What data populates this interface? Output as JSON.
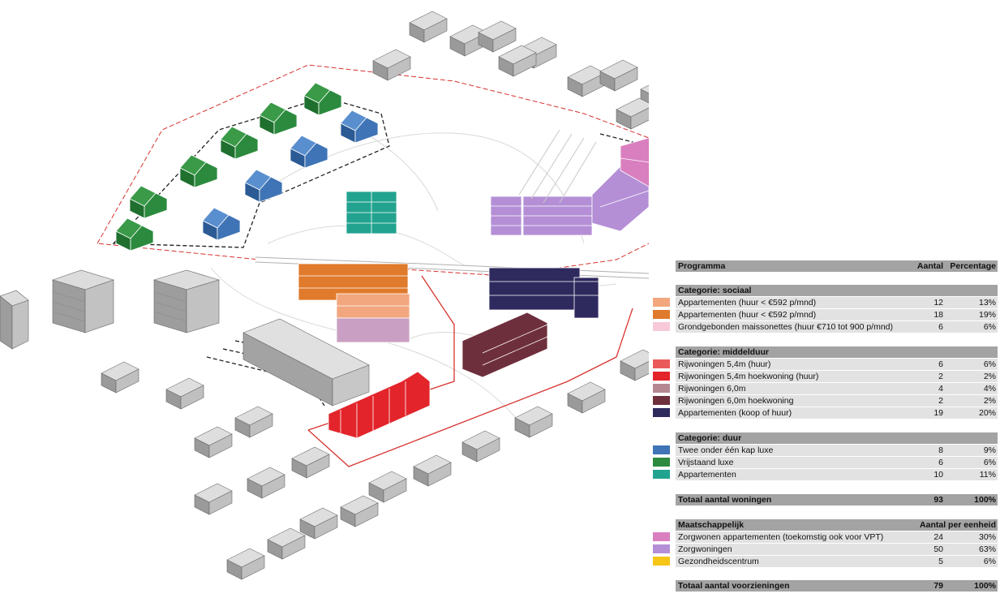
{
  "legend": {
    "header": {
      "label": "Programma",
      "count": "Aantal",
      "pct": "Percentage"
    },
    "sociaal": {
      "title": "Categorie: sociaal",
      "rows": [
        {
          "label": "Appartementen (huur < €592 p/mnd)",
          "count": "12",
          "pct": "13%",
          "color": "#f2a77e"
        },
        {
          "label": "Appartementen (huur < €592 p/mnd)",
          "count": "18",
          "pct": "19%",
          "color": "#e07a2c"
        },
        {
          "label": "Grondgebonden maissonettes (huur €710 tot 900 p/mnd)",
          "count": "6",
          "pct": "6%",
          "color": "#f7c9d9"
        }
      ]
    },
    "middelduur": {
      "title": "Categorie: middelduur",
      "rows": [
        {
          "label": "Rijwoningen 5,4m (huur)",
          "count": "6",
          "pct": "6%",
          "color": "#eb5a5a"
        },
        {
          "label": "Rijwoningen 5,4m hoekwoning (huur)",
          "count": "2",
          "pct": "2%",
          "color": "#e3242b"
        },
        {
          "label": "Rijwoningen 6,0m",
          "count": "4",
          "pct": "4%",
          "color": "#b58791"
        },
        {
          "label": "Rijwoningen 6,0m hoekwoning",
          "count": "2",
          "pct": "2%",
          "color": "#6e2f3c"
        },
        {
          "label": "Appartementen (koop of huur)",
          "count": "19",
          "pct": "20%",
          "color": "#2e2a5e"
        }
      ]
    },
    "duur": {
      "title": "Categorie: duur",
      "rows": [
        {
          "label": "Twee onder één kap luxe",
          "count": "8",
          "pct": "9%",
          "color": "#3f74b6"
        },
        {
          "label": "Vrijstaand luxe",
          "count": "6",
          "pct": "6%",
          "color": "#2c8a3e"
        },
        {
          "label": "Appartementen",
          "count": "10",
          "pct": "11%",
          "color": "#22a390"
        }
      ]
    },
    "totaal_woningen": {
      "label": "Totaal aantal woningen",
      "count": "93",
      "pct": "100%"
    },
    "maatschappelijk": {
      "title": "Maatschappelijk",
      "unit": "Aantal per eenheid",
      "rows": [
        {
          "label": "Zorgwonen appartementen (toekomstig ook voor VPT)",
          "count": "24",
          "pct": "30%",
          "color": "#d97fc0"
        },
        {
          "label": "Zorgwoningen",
          "count": "50",
          "pct": "63%",
          "color": "#b48fd6"
        },
        {
          "label": "Gezondheidscentrum",
          "count": "5",
          "pct": "6%",
          "color": "#f5c518"
        }
      ]
    },
    "totaal_voorzieningen": {
      "label": "Totaal aantal voorzieningen",
      "count": "79",
      "pct": "100%"
    }
  }
}
